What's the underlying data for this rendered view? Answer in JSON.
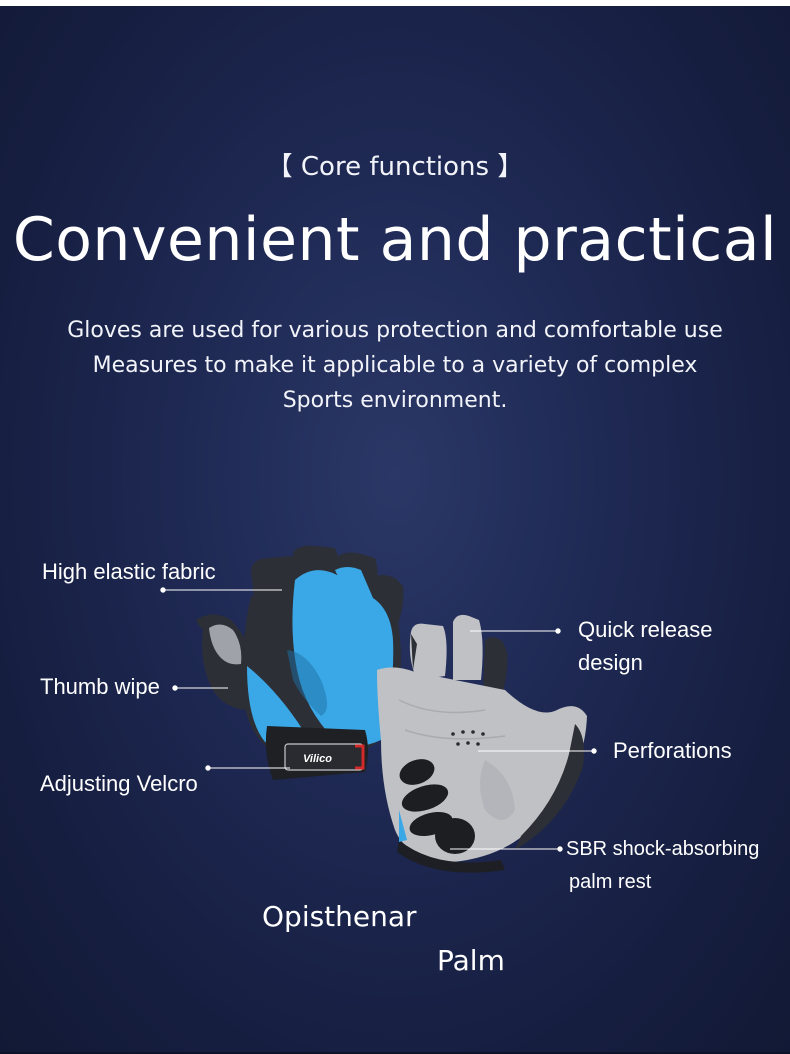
{
  "header": {
    "eyebrow": "【 Core functions 】",
    "title": "Convenient and practical",
    "description_lines": [
      "Gloves are used for various protection and comfortable use",
      "Measures to make it applicable to a variety of complex",
      "Sports environment."
    ]
  },
  "product": {
    "brand_tag": "Vilico",
    "colors": {
      "accent": "#3aa8e6",
      "fabric_dark": "#2d2f36",
      "palm": "#bfc1c5",
      "pad": "#1d1e22",
      "tag_red": "#d22a2a"
    }
  },
  "callouts": {
    "high_elastic_fabric": "High elastic fabric",
    "thumb_wipe": "Thumb wipe",
    "adjusting_velcro": "Adjusting Velcro",
    "quick_release_line1": "Quick release",
    "quick_release_line2": "design",
    "perforations": "Perforations",
    "sbr_line1": "SBR shock-absorbing",
    "sbr_line2": "palm rest"
  },
  "views": {
    "back": "Opisthenar",
    "palm": "Palm"
  }
}
